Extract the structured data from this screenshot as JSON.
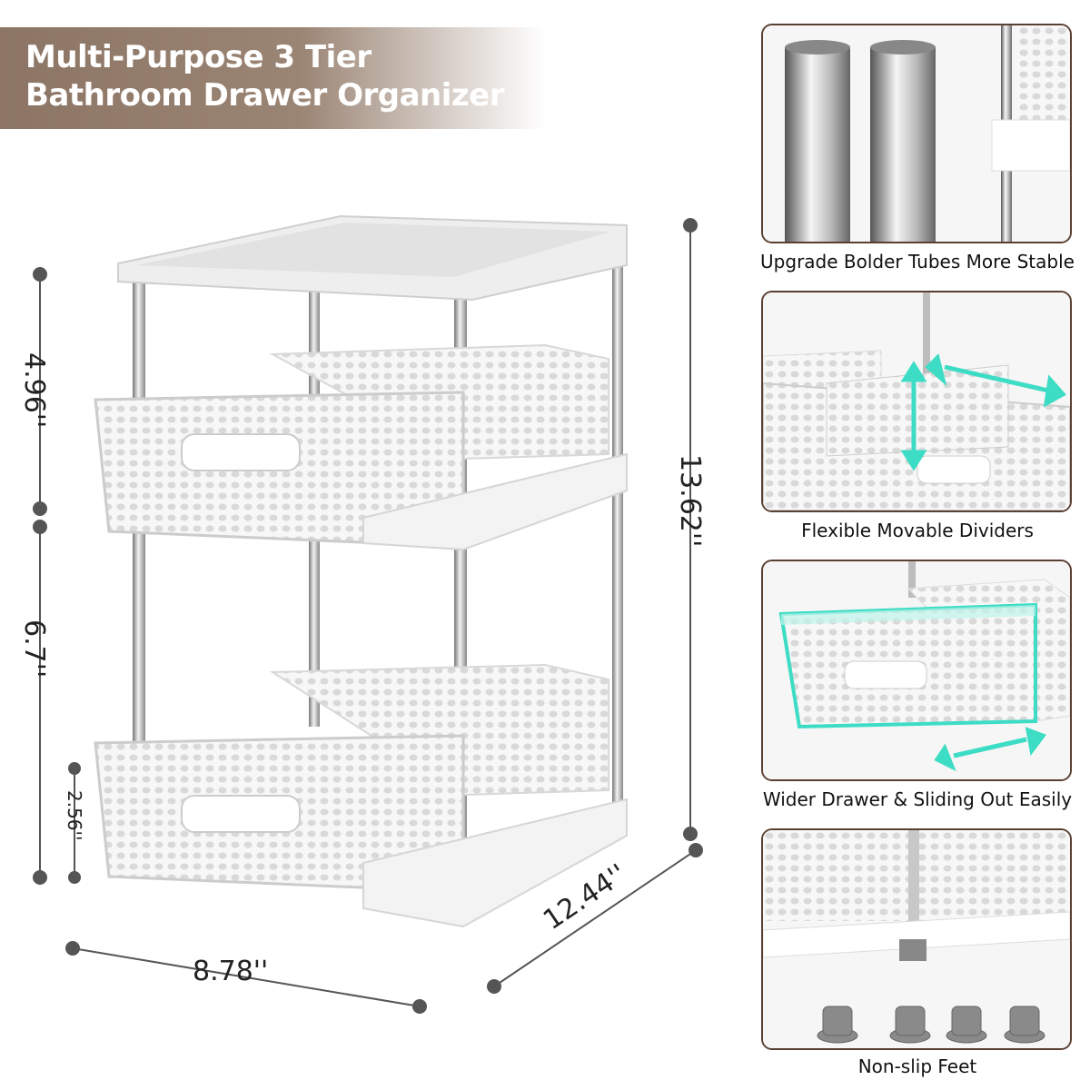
{
  "banner": {
    "line1": "Multi-Purpose 3 Tier",
    "line2": "Bathroom Drawer Organizer"
  },
  "dimensions": {
    "top_section": "4.96''",
    "middle_section": "6.7''",
    "drawer_height": "2.56''",
    "total_height": "13.62''",
    "width": "8.78''",
    "depth": "12.44''"
  },
  "features": [
    {
      "caption": "Upgrade Bolder Tubes More Stable"
    },
    {
      "caption": "Flexible Movable Dividers"
    },
    {
      "caption": "Wider Drawer & Sliding Out Easily"
    },
    {
      "caption": "Non-slip Feet"
    }
  ],
  "colors": {
    "banner": "#9a8474",
    "panel_border": "#5b3f33",
    "accent_arrow": "#3ddcc4"
  }
}
